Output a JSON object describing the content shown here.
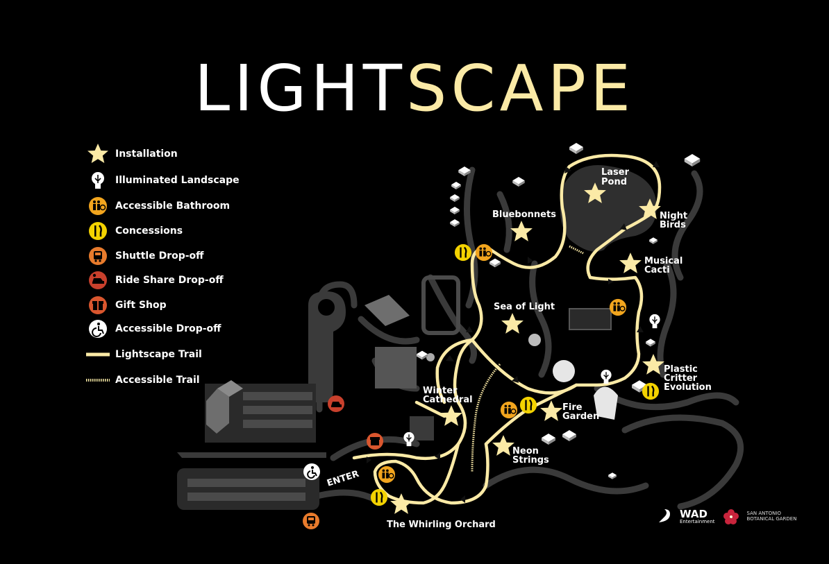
{
  "title": {
    "part1": "LIGHT",
    "part2": "SCAPE"
  },
  "colors": {
    "star": "#fbeaa6",
    "trail": "#fbeaa6",
    "concessions": "#f3d200",
    "bathroom": "#f2a51e",
    "shuttle": "#e87b2c",
    "ride_share": "#c8402c",
    "gift_shop": "#d9562e",
    "paths": "#3a3a3a",
    "buildings": "#6e6e6e"
  },
  "legend": [
    {
      "icon": "star-icon",
      "label": "Installation"
    },
    {
      "icon": "lightbulb-icon",
      "label": "Illuminated Landscape"
    },
    {
      "icon": "accessible-bathroom-icon",
      "label": "Accessible Bathroom"
    },
    {
      "icon": "concessions-icon",
      "label": "Concessions"
    },
    {
      "icon": "shuttle-icon",
      "label": "Shuttle Drop-off"
    },
    {
      "icon": "ride-share-icon",
      "label": "Ride Share Drop-off"
    },
    {
      "icon": "gift-shop-icon",
      "label": "Gift Shop"
    },
    {
      "icon": "accessible-dropoff-icon",
      "label": "Accessible Drop-off"
    },
    {
      "icon": "trail-line-icon",
      "label": "Lightscape Trail"
    },
    {
      "icon": "accessible-trail-icon",
      "label": "Accessible Trail"
    }
  ],
  "installations": {
    "laser_pond": [
      "Laser",
      "Pond"
    ],
    "night_birds": [
      "Night",
      "Birds"
    ],
    "bluebonnets": [
      "Bluebonnets"
    ],
    "musical_cacti": [
      "Musical",
      "Cacti"
    ],
    "sea_of_light": [
      "Sea of Light"
    ],
    "plastic_critter": [
      "Plastic",
      "Critter",
      "Evolution"
    ],
    "winter_cathedral": [
      "Winter",
      "Cathedral"
    ],
    "fire_garden": [
      "Fire",
      "Garden"
    ],
    "neon_strings": [
      "Neon",
      "Strings"
    ],
    "whirling_orchard": [
      "The Whirling Orchard"
    ]
  },
  "enter_label": "ENTER",
  "sponsors": {
    "wad": "WAD",
    "wad_sub": "Entertainment",
    "garden_line1": "SAN ANTONIO",
    "garden_line2": "BOTANICAL GARDEN"
  }
}
